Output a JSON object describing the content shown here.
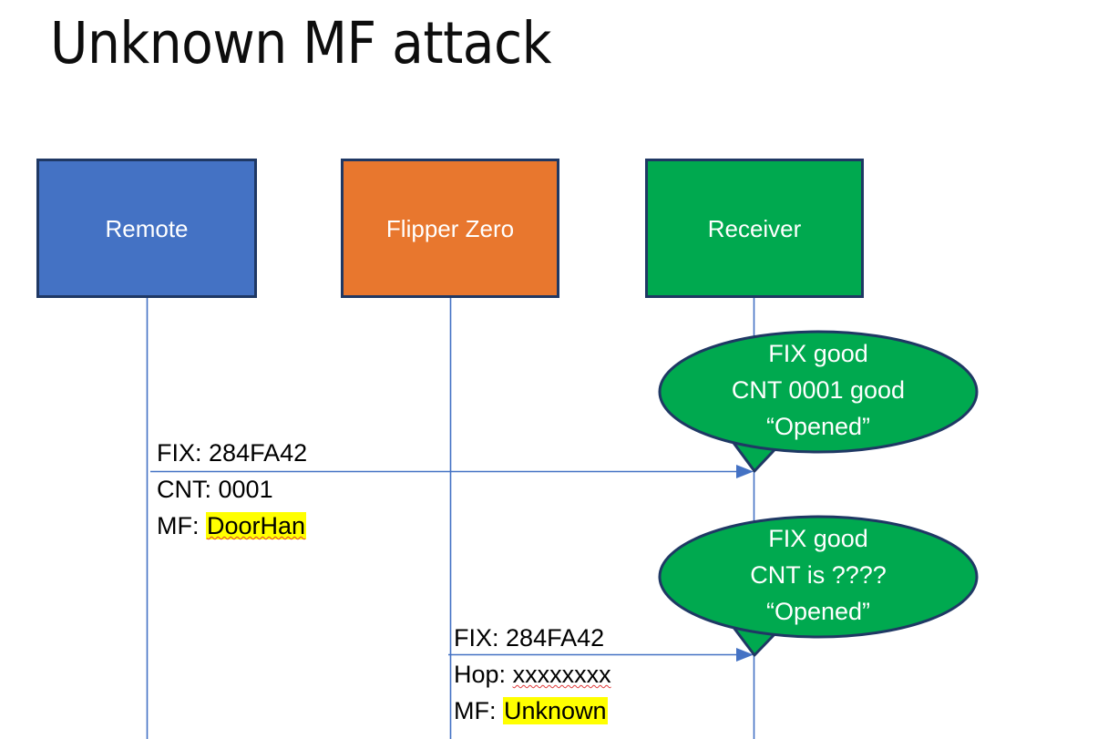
{
  "slide": {
    "title": "Unknown MF attack",
    "background_color": "#FFFFFF"
  },
  "colors": {
    "remote_fill": "#4472C4",
    "flipper_fill": "#E8772E",
    "receiver_fill": "#00A94F",
    "box_border": "#1F3864",
    "arrow_line": "#4472C4",
    "highlight": "#FFFF00",
    "spellcheck_underline": "#E03A3A",
    "callout_fill": "#00A94F",
    "callout_border": "#1F3864",
    "label_text": "#000000",
    "actor_text": "#FFFFFF"
  },
  "actors": [
    {
      "id": "remote",
      "label": "Remote",
      "fill": "#4472C4"
    },
    {
      "id": "flipper",
      "label": "Flipper Zero",
      "fill": "#E8772E"
    },
    {
      "id": "receiver",
      "label": "Receiver",
      "fill": "#00A94F"
    }
  ],
  "messages": [
    {
      "id": "msg-1",
      "from": "remote",
      "to": "receiver",
      "lines": [
        {
          "label": "FIX:",
          "value": "284FA42",
          "highlight": false,
          "spellcheck": false
        },
        {
          "label": "CNT:",
          "value": "0001",
          "highlight": false,
          "spellcheck": false
        },
        {
          "label": "MF:",
          "value": "DoorHan",
          "highlight": true,
          "spellcheck": true
        }
      ]
    },
    {
      "id": "msg-2",
      "from": "flipper",
      "to": "receiver",
      "lines": [
        {
          "label": "FIX:",
          "value": "284FA42",
          "highlight": false,
          "spellcheck": false
        },
        {
          "label": "Hop:",
          "value": "xxxxxxxx",
          "highlight": false,
          "spellcheck": true
        },
        {
          "label": "MF:",
          "value": "Unknown",
          "highlight": true,
          "spellcheck": false
        }
      ]
    }
  ],
  "callouts": [
    {
      "id": "callout-1",
      "points_to": "receiver",
      "line1": "FIX good",
      "line2": "CNT 0001 good",
      "line3": "“Opened”"
    },
    {
      "id": "callout-2",
      "points_to": "receiver",
      "line1": "FIX good",
      "line2": "CNT is ????",
      "line3": "“Opened”"
    }
  ]
}
